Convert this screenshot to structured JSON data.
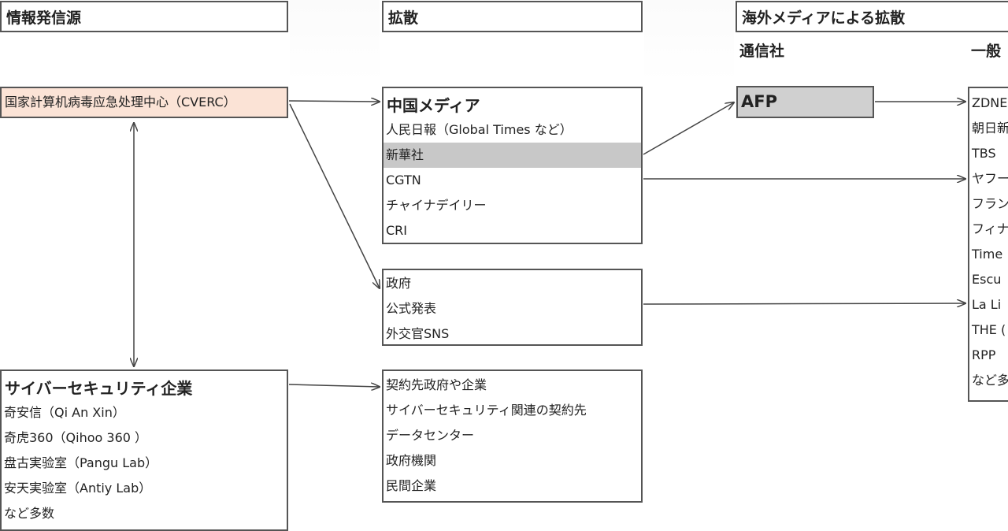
{
  "columns": {
    "source": "情報発信源",
    "spread": "拡散",
    "overseas": "海外メディアによる拡散",
    "agency": "通信社",
    "general": "一般"
  },
  "cverc": {
    "label": "国家計算机病毒应急处理中心（CVERC）",
    "fill": "#fbe3d6"
  },
  "cyber": {
    "title": "サイバーセキュリティ企業",
    "items": [
      "奇安信（Qi An Xin）",
      "奇虎360（Qihoo 360 ）",
      "盘古実验室（Pangu Lab）",
      "安天実验室（Antiy Lab）",
      "など多数"
    ]
  },
  "china_media": {
    "title": "中国メディア",
    "items": [
      "人民日報（Global Times など）",
      "新華社",
      "CGTN",
      "チャイナデイリー",
      "CRI"
    ],
    "highlight": "#c8c8c8"
  },
  "gov": {
    "items": [
      "政府",
      "公式発表",
      "外交官SNS"
    ]
  },
  "contract": {
    "items": [
      "契約先政府や企業",
      "サイバーセキュリティ関連の契約先",
      "データセンター",
      "政府機関",
      "民間企業"
    ]
  },
  "afp": {
    "label": "AFP",
    "fill": "#d0d0d0"
  },
  "general_media": {
    "items": [
      "ZDNE",
      "朝日新",
      "TBS",
      "ヤフー",
      "フラン",
      "フィナ",
      "Time",
      "Escu",
      "La Li",
      "THE (",
      "RPP",
      "など多"
    ]
  }
}
